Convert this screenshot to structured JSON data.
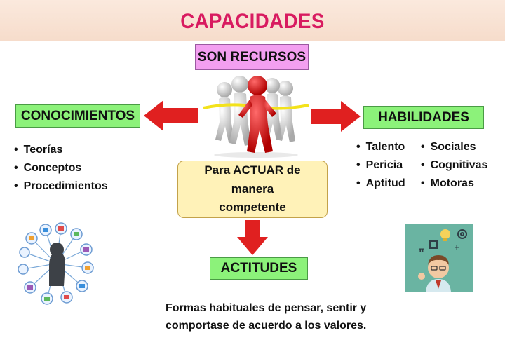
{
  "title": "CAPACIDADES",
  "son_recursos": "SON RECURSOS",
  "conocimientos": {
    "label": "CONOCIMIENTOS",
    "items": [
      "Teorías",
      "Conceptos",
      "Procedimientos"
    ]
  },
  "habilidades": {
    "label": "HABILIDADES",
    "items_left": [
      "Talento",
      "Pericia",
      "Aptitud"
    ],
    "items_right": [
      "Sociales",
      "Cognitivas",
      "Motoras"
    ]
  },
  "actuar": {
    "line1": "Para ACTUAR de manera",
    "line2": "competente"
  },
  "actitudes": {
    "label": "ACTITUDES",
    "line1": "Formas habituales de pensar, sentir y",
    "line2": "comportase de acuerdo a los valores."
  },
  "colors": {
    "title": "#d81b60",
    "banner": "#f6dccb",
    "pink_box": "#f39ff0",
    "green_box": "#8cf27a",
    "yellow_box": "#fff2b8",
    "arrow_red": "#e02020"
  },
  "icons": [
    "runners-illustration",
    "mind-map-illustration",
    "thinking-person-illustration"
  ]
}
